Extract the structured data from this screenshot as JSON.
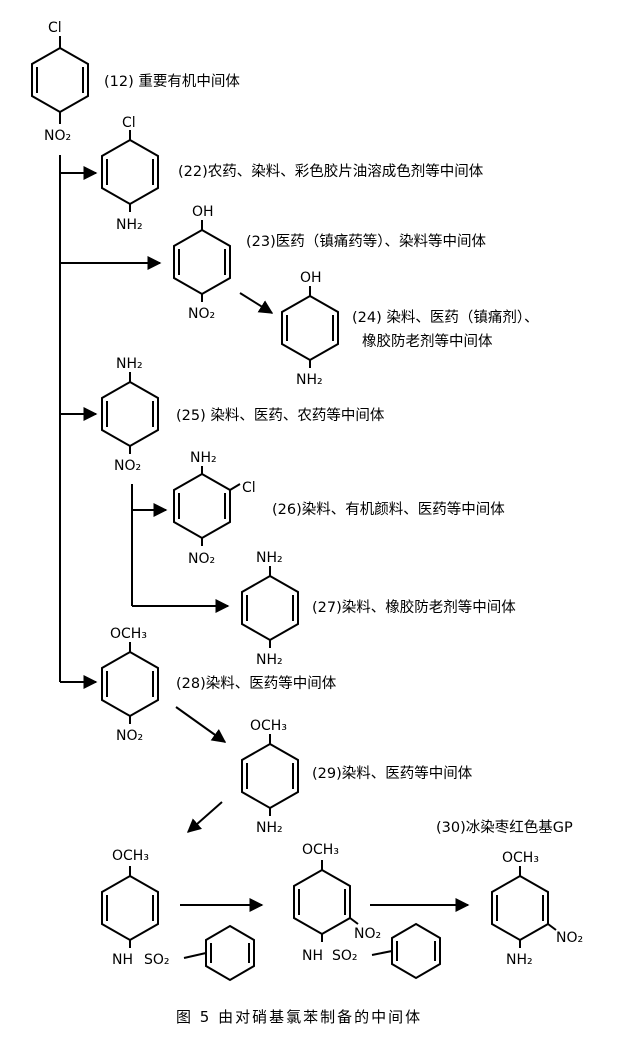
{
  "substituents": {
    "cl": "Cl",
    "no2": "NO₂",
    "nh2": "NH₂",
    "oh": "OH",
    "och3": "OCH₃",
    "nh": "NH",
    "so2": "SO₂"
  },
  "labels": {
    "c12": "(12) 重要有机中间体",
    "c22": "(22)农药、染料、彩色胶片油溶成色剂等中间体",
    "c23": "(23)医药（镇痛药等）、染料等中间体",
    "c24_line1": "(24) 染料、医药（镇痛剂）、",
    "c24_line2": "橡胶防老剂等中间体",
    "c25": "(25) 染料、医药、农药等中间体",
    "c26": "(26)染料、有机颜料、医药等中间体",
    "c27": "(27)染料、橡胶防老剂等中间体",
    "c28": "(28)染料、医药等中间体",
    "c29": "(29)染料、医药等中间体",
    "c30": "(30)冰染枣红色基GP"
  },
  "caption": "图 5    由对硝基氯苯制备的中间体"
}
